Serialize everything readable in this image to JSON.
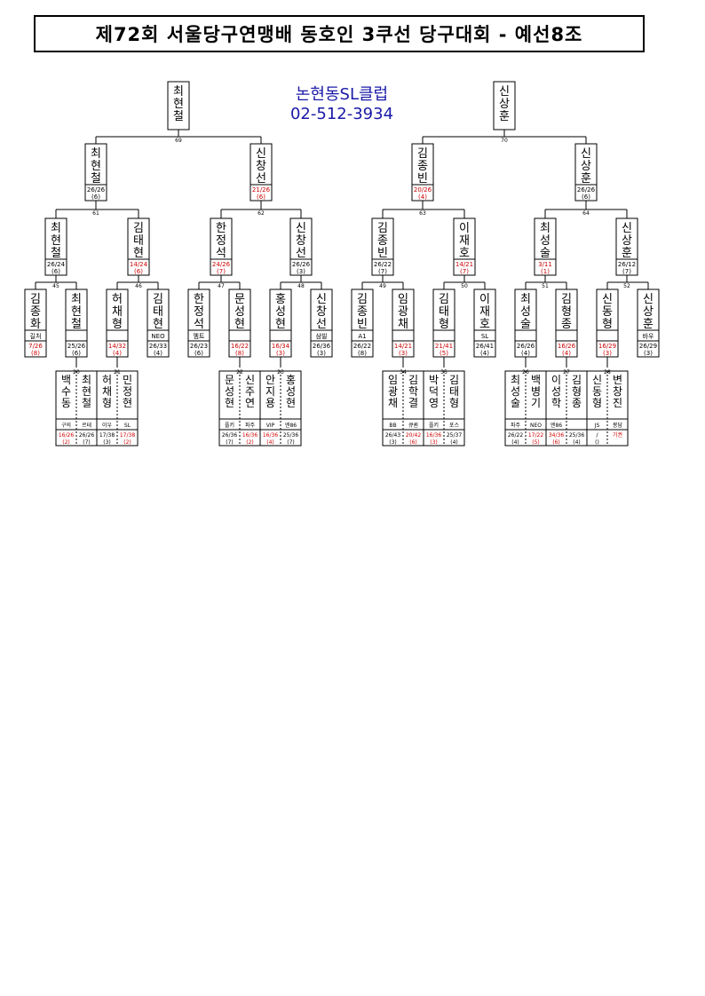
{
  "title": "제72회 서울당구연맹배 동호인 3쿠선 당구대회 - 예선8조",
  "club": {
    "name": "논현동SL클럽",
    "phone": "02-512-3934"
  },
  "colors": {
    "win": "#000000",
    "lose": "#cc0000",
    "line": "#000000",
    "club": "#1a1aa8"
  },
  "bracket": {
    "left": {
      "champion": {
        "name": "최현철",
        "match": "69"
      },
      "semis": [
        {
          "name": "최현철",
          "score": "26/26",
          "rank": "(6)",
          "win": true,
          "match": "61",
          "qfs": [
            {
              "name": "최현철",
              "score": "26/24",
              "rank": "(6)",
              "win": true,
              "match": "45",
              "r1": [
                {
                  "name": "김종화",
                  "club": "길처",
                  "score": "7/26",
                  "rank": "(8)",
                  "win": false
                },
                {
                  "name": "최현철",
                  "club": "",
                  "score": "25/26",
                  "rank": "(6)",
                  "win": true,
                  "match": "20",
                  "pre": [
                    {
                      "name": "백수동",
                      "club": "구의",
                      "score": "16/26",
                      "rank": "(2)",
                      "win": false
                    },
                    {
                      "name": "최현철",
                      "club": "르테",
                      "score": "26/26",
                      "rank": "(7)",
                      "win": true
                    }
                  ]
                }
              ]
            },
            {
              "name": "김태현",
              "score": "14/24",
              "rank": "(6)",
              "win": false,
              "match": "46",
              "r1": [
                {
                  "name": "허채형",
                  "club": "",
                  "score": "14/32",
                  "rank": "(4)",
                  "win": false,
                  "match": "21",
                  "pre": [
                    {
                      "name": "허채형",
                      "club": "이우",
                      "score": "17/38",
                      "rank": "(3)",
                      "win": true
                    },
                    {
                      "name": "민정현",
                      "club": "SL",
                      "score": "17/38",
                      "rank": "(2)",
                      "win": false
                    }
                  ]
                },
                {
                  "name": "김태현",
                  "club": "NEO",
                  "score": "26/33",
                  "rank": "(4)",
                  "win": true
                }
              ]
            }
          ]
        },
        {
          "name": "신창선",
          "score": "21/26",
          "rank": "(6)",
          "win": false,
          "match": "62",
          "qfs": [
            {
              "name": "한정석",
              "score": "24/26",
              "rank": "(7)",
              "win": false,
              "match": "47",
              "r1": [
                {
                  "name": "한정석",
                  "club": "멤트",
                  "score": "26/23",
                  "rank": "(6)",
                  "win": true
                },
                {
                  "name": "문성현",
                  "club": "",
                  "score": "16/22",
                  "rank": "(8)",
                  "win": false,
                  "match": "22",
                  "pre": [
                    {
                      "name": "문성현",
                      "club": "플키",
                      "score": "26/36",
                      "rank": "(7)",
                      "win": true
                    },
                    {
                      "name": "신주연",
                      "club": "파주",
                      "score": "16/36",
                      "rank": "(2)",
                      "win": false
                    }
                  ]
                }
              ]
            },
            {
              "name": "신창선",
              "score": "26/26",
              "rank": "(3)",
              "win": true,
              "match": "48",
              "r1": [
                {
                  "name": "홍성현",
                  "club": "",
                  "score": "16/34",
                  "rank": "(3)",
                  "win": false,
                  "match": "23",
                  "pre": [
                    {
                      "name": "안지용",
                      "club": "VIP",
                      "score": "16/36",
                      "rank": "(4)",
                      "win": false
                    },
                    {
                      "name": "홍성현",
                      "club": "엔86",
                      "score": "25/36",
                      "rank": "(7)",
                      "win": true
                    }
                  ]
                },
                {
                  "name": "신창선",
                  "club": "삼빌",
                  "score": "26/36",
                  "rank": "(3)",
                  "win": true
                }
              ]
            }
          ]
        }
      ]
    },
    "right": {
      "champion": {
        "name": "신상훈",
        "match": "70"
      },
      "semis": [
        {
          "name": "김종빈",
          "score": "20/26",
          "rank": "(4)",
          "win": false,
          "match": "63",
          "qfs": [
            {
              "name": "김종빈",
              "score": "26/22",
              "rank": "(7)",
              "win": true,
              "match": "49",
              "r1": [
                {
                  "name": "김종빈",
                  "club": "A1",
                  "score": "26/22",
                  "rank": "(8)",
                  "win": true
                },
                {
                  "name": "임광채",
                  "club": "",
                  "score": "14/21",
                  "rank": "(3)",
                  "win": false,
                  "match": "34",
                  "pre": [
                    {
                      "name": "임광채",
                      "club": "BB",
                      "score": "26/43",
                      "rank": "(3)",
                      "win": true
                    },
                    {
                      "name": "김학결",
                      "club": "큐퀀",
                      "score": "20/42",
                      "rank": "(6)",
                      "win": false
                    }
                  ]
                }
              ]
            },
            {
              "name": "이재호",
              "score": "14/21",
              "rank": "(7)",
              "win": false,
              "match": "50",
              "r1": [
                {
                  "name": "김태형",
                  "club": "",
                  "score": "21/41",
                  "rank": "(5)",
                  "win": false,
                  "match": "35",
                  "pre": [
                    {
                      "name": "박덕영",
                      "club": "플키",
                      "score": "16/36",
                      "rank": "(3)",
                      "win": false
                    },
                    {
                      "name": "김태형",
                      "club": "포스",
                      "score": "25/37",
                      "rank": "(4)",
                      "win": true
                    }
                  ]
                },
                {
                  "name": "이재호",
                  "club": "SL",
                  "score": "26/41",
                  "rank": "(4)",
                  "win": true
                }
              ]
            }
          ]
        },
        {
          "name": "신상훈",
          "score": "26/26",
          "rank": "(6)",
          "win": true,
          "match": "64",
          "qfs": [
            {
              "name": "최성술",
              "score": "3/11",
              "rank": "(1)",
              "win": false,
              "match": "51",
              "r1": [
                {
                  "name": "최성술",
                  "club": "",
                  "score": "26/26",
                  "rank": "(4)",
                  "win": true,
                  "match": "26",
                  "pre": [
                    {
                      "name": "최성술",
                      "club": "파주",
                      "score": "26/22",
                      "rank": "(4)",
                      "win": true
                    },
                    {
                      "name": "백병기",
                      "club": "NEO",
                      "score": "17/22",
                      "rank": "(5)",
                      "win": false
                    }
                  ]
                },
                {
                  "name": "김형종",
                  "club": "",
                  "score": "16/26",
                  "rank": "(4)",
                  "win": false,
                  "match": "27",
                  "pre": [
                    {
                      "name": "이성학",
                      "club": "엔86",
                      "score": "34/36",
                      "rank": "(6)",
                      "win": false
                    },
                    {
                      "name": "김형종",
                      "club": "",
                      "score": "25/36",
                      "rank": "(4)",
                      "win": true
                    }
                  ]
                }
              ]
            },
            {
              "name": "신상훈",
              "score": "26/12",
              "rank": "(7)",
              "win": true,
              "match": "52",
              "r1": [
                {
                  "name": "신동형",
                  "club": "",
                  "score": "16/29",
                  "rank": "(3)",
                  "win": false,
                  "match": "28",
                  "pre": [
                    {
                      "name": "신동형",
                      "club": "JS",
                      "score": "/",
                      "rank": "()",
                      "win": true
                    },
                    {
                      "name": "변창진",
                      "club": "봉담",
                      "score": "기권",
                      "rank": "",
                      "win": false
                    }
                  ]
                },
                {
                  "name": "신상훈",
                  "club": "바우",
                  "score": "26/29",
                  "rank": "(3)",
                  "win": true
                }
              ]
            }
          ]
        }
      ]
    }
  }
}
